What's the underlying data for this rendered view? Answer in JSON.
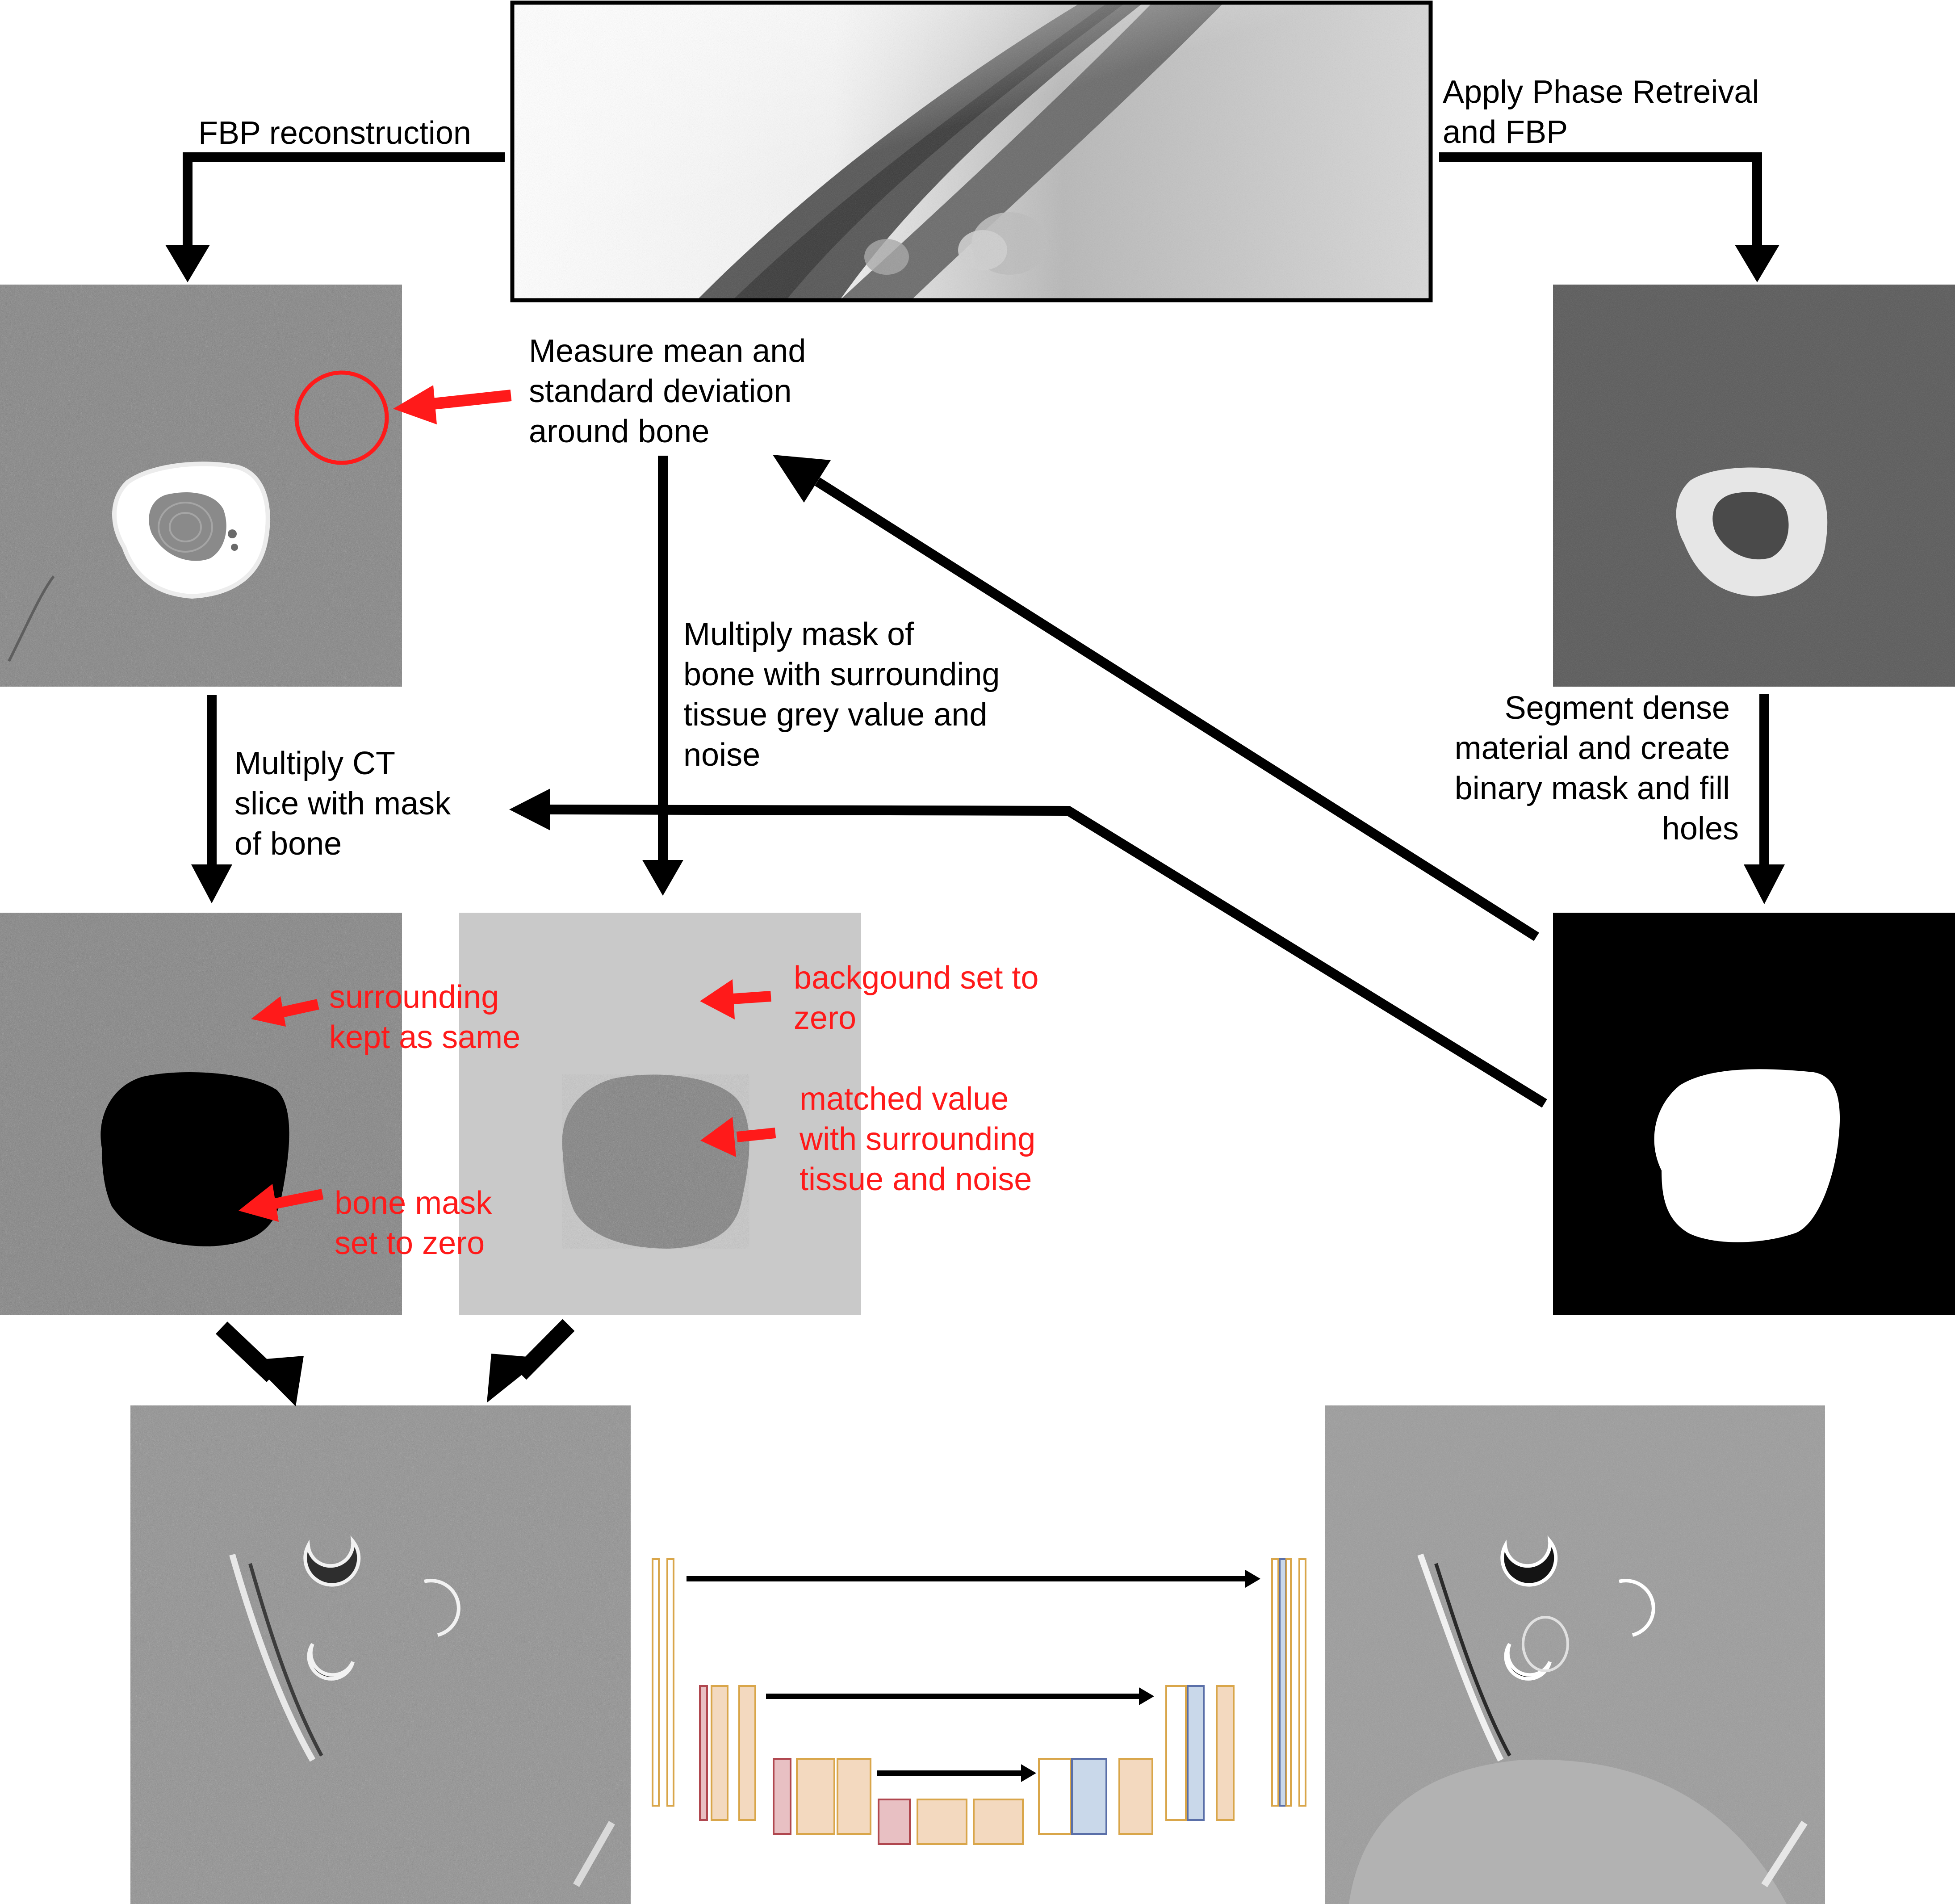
{
  "colors": {
    "arrow": "#000000",
    "annotation": "#ff1a1a",
    "unet_orange": "#d9a64a",
    "unet_orange_fill": "#f3d9bf",
    "unet_red": "#b0474f",
    "unet_red_fill": "#e8c0c3",
    "unet_blue": "#5a6fa8",
    "unet_blue_fill": "#c9d8ea"
  },
  "steps": {
    "fbp": "FBP reconstruction",
    "phase": [
      "Apply Phase Retreival",
      "and FBP"
    ],
    "measure": [
      "Measure mean and",
      "standard deviation",
      "around bone"
    ],
    "multiply_mask": [
      "Multiply mask of",
      "bone with surrounding",
      "tissue grey value and",
      "noise"
    ],
    "multiply_ct": [
      "Multiply CT",
      "slice with mask",
      "of bone"
    ],
    "segment": [
      "Segment dense",
      "material and create",
      "binary mask and fill",
      "holes"
    ]
  },
  "annotations": {
    "surrounding": [
      "surrounding",
      "kept as same"
    ],
    "bone_mask": [
      "bone mask",
      "set to zero"
    ],
    "background": [
      "backgound set to",
      "zero"
    ],
    "matched": [
      "matched value",
      "with surrounding",
      "tissue and noise"
    ]
  },
  "icons": {
    "projection": "radiograph-image",
    "fbp_slice": "ct-slice-image",
    "phase_slice": "phase-retrieval-slice-image",
    "mask": "binary-mask-image",
    "network": "unet-diagram"
  }
}
